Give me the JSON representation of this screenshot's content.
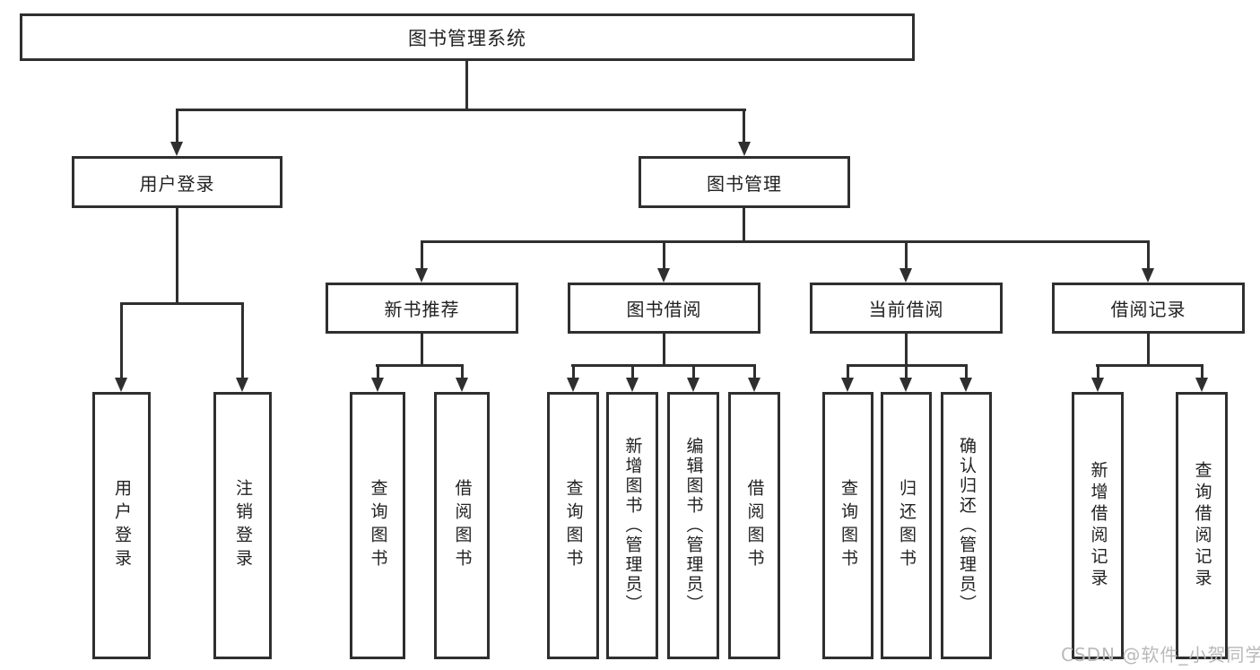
{
  "diagram": {
    "title": "图书管理系统",
    "nodes": {
      "user_login": "用户登录",
      "book_mgmt": "图书管理",
      "login": "用户登录",
      "logout": "注销登录",
      "new_book_rec": "新书推荐",
      "book_borrow": "图书借阅",
      "current_borrow": "当前借阅",
      "borrow_records": "借阅记录",
      "rec_query_books": "查询图书",
      "rec_borrow_books": "借阅图书",
      "bb_query_books": "查询图书",
      "bb_add_books": "新增图书（管理员）",
      "bb_edit_books": "编辑图书（管理员）",
      "bb_borrow_books": "借阅图书",
      "cb_query_books": "查询图书",
      "cb_return_books": "归还图书",
      "cb_confirm_return": "确认归还（管理员）",
      "br_add_record": "新增借阅记录",
      "br_query_record": "查询借阅记录"
    }
  },
  "watermark": "CSDN @软件_小贺同学",
  "colors": {
    "line": "#2f2f2f",
    "text": "#222222",
    "background": "#ffffff",
    "watermark": "#b9b9b9"
  }
}
